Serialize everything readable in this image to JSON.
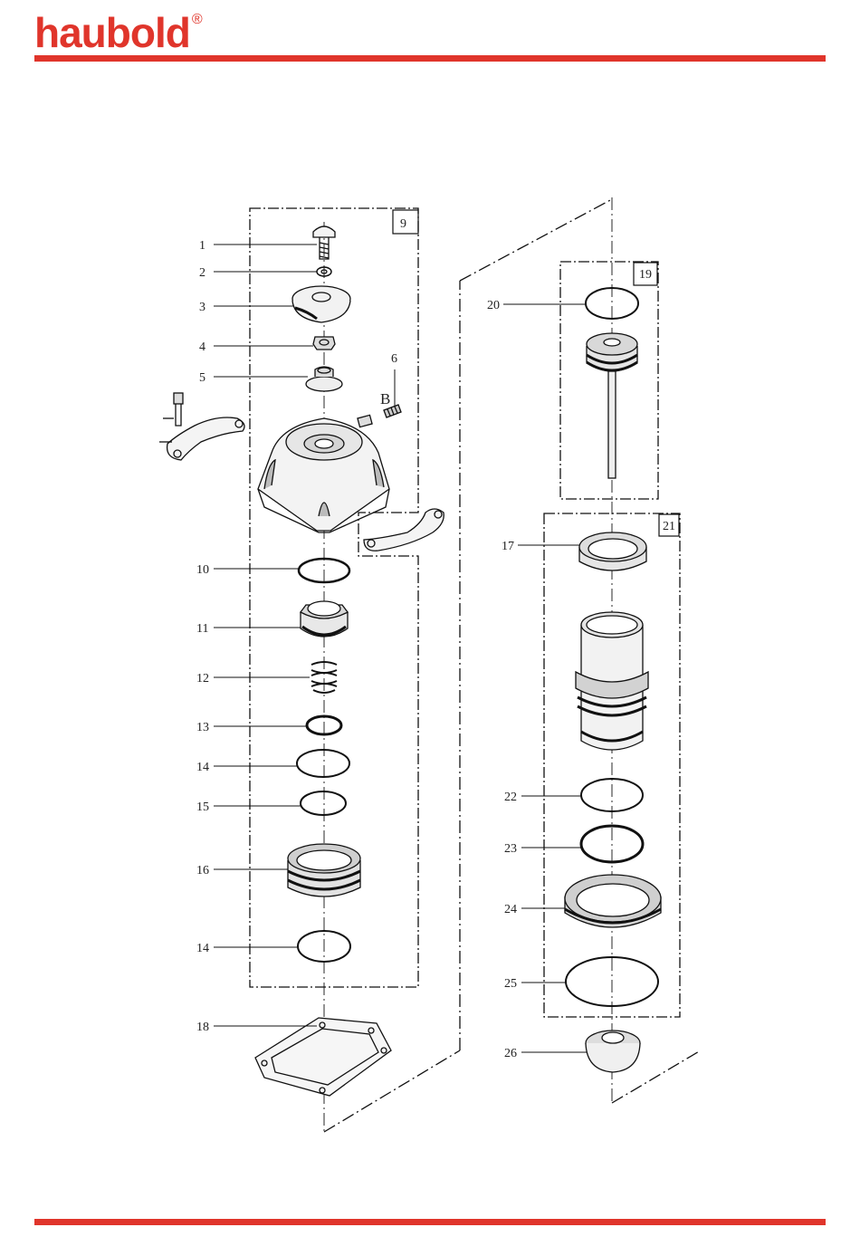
{
  "brand": {
    "name": "haubold",
    "reg_mark": "®",
    "color": "#e0352b"
  },
  "diagram": {
    "group_refs": {
      "left_group": "9",
      "top_right_group": "19",
      "bottom_right_group": "21"
    },
    "detail_letter": "B",
    "callouts": [
      "1",
      "2",
      "3",
      "4",
      "5",
      "6",
      "10",
      "11",
      "12",
      "13",
      "14",
      "15",
      "16",
      "14",
      "18",
      "20",
      "17",
      "22",
      "23",
      "24",
      "25",
      "26"
    ]
  }
}
